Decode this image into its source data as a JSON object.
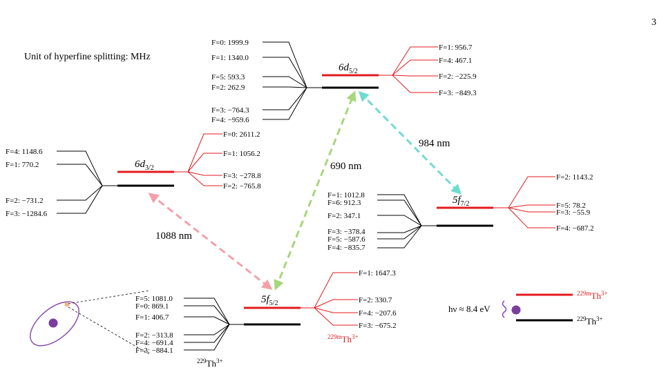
{
  "page_number": "3",
  "unit_note": "Unit of hyperfine splitting: MHz",
  "colors": {
    "excited_isomer": "#e31a1c",
    "ground": "#000000",
    "arrow_1088": "#f4a0aa",
    "arrow_690": "#a8d67a",
    "arrow_984": "#6fdcd0",
    "atom": "#8b4fb0",
    "orbit": "#8b4fb0",
    "electron": "#f4b183"
  },
  "levels": {
    "d32": {
      "label_main": "6d",
      "label_sub": "3/2"
    },
    "d52": {
      "label_main": "6d",
      "label_sub": "5/2"
    },
    "f52": {
      "label_main": "5f",
      "label_sub": "5/2"
    },
    "f72": {
      "label_main": "5f",
      "label_sub": "7/2"
    }
  },
  "hfs": {
    "d32_ground": [
      "F=4: 1148.6",
      "F=1: 770.2",
      "F=2: −731.2",
      "F=3: −1284.6"
    ],
    "d32_isomer": [
      "F=0: 2611.2",
      "F=1: 1056.2",
      "F=3: −278.8",
      "F=2: −765.8"
    ],
    "d52_ground": [
      "F=0: 1999.9",
      "F=1: 1340.0",
      "F=5: 593.3",
      "F=2: 262.9",
      "F=3: −764.3",
      "F=4: −959.6"
    ],
    "d52_isomer": [
      "F=1: 956.7",
      "F=4: 467.1",
      "F=2: −225.9",
      "F=3: −849.3"
    ],
    "f72_ground": [
      "F=1: 1012.8",
      "F=6: 912.3",
      "F=2: 347.1",
      "F=3: −378.4",
      "F=5: −587.6",
      "F=4: −835.7"
    ],
    "f72_isomer": [
      "F=2: 1143.2",
      "F=5: 78.2",
      "F=3: −55.9",
      "F=4: −687.2"
    ],
    "f52_ground": [
      "F=5: 1081.0",
      "F=0: 869.1",
      "F=1: 406.7",
      "F=2: −313.8",
      "F=4: −691.4",
      "F=3: −884.1"
    ],
    "f52_isomer": [
      "F=1: 1647.3",
      "F=2: 330.7",
      "F=4: −207.6",
      "F=3: −675.2"
    ]
  },
  "transitions": {
    "t1088": "1088 nm",
    "t690": "690 nm",
    "t984": "984 nm"
  },
  "isotopes": {
    "ground": {
      "mass": "229",
      "symbol": "Th",
      "charge": "3+"
    },
    "isomer": {
      "mass": "229m",
      "symbol": "Th",
      "charge": "3+"
    }
  },
  "legend": {
    "energy": "hν ≈ 8.4 eV"
  }
}
